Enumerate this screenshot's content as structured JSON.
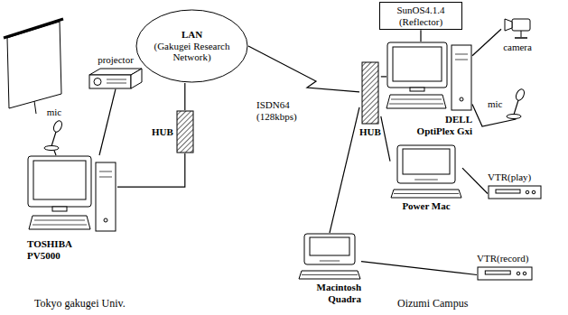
{
  "diagram": {
    "nodes": [
      {
        "text": [
          "LAN",
          "(Gakugei Research Network)"
        ]
      },
      {
        "text": [
          "HUB"
        ]
      },
      {
        "text": [
          "TOSHIBA PV5000"
        ]
      },
      {
        "text": [
          "projector"
        ]
      },
      {
        "text": [
          "HUB"
        ]
      },
      {
        "text": [
          "SunOS4.1.4 (Reflector)"
        ]
      },
      {
        "text": [
          "DELL OptiPlex Gxi"
        ]
      },
      {
        "text": [
          "Power Mac"
        ]
      },
      {
        "text": [
          "Macintosh Quadra"
        ]
      },
      {
        "text": [
          "VTR(play)"
        ]
      },
      {
        "text": [
          "VTR(record)"
        ]
      },
      {
        "text": [
          "camera"
        ]
      },
      {
        "text": [
          "mic"
        ]
      },
      {
        "text": [
          "mic"
        ]
      }
    ],
    "edges": [
      {
        "from": 2,
        "to": 1,
        "arrow": "none"
      },
      {
        "from": 1,
        "to": 0,
        "arrow": "none"
      },
      {
        "from": 0,
        "to": 4,
        "label": "ISDN64 (128kbps)",
        "arrow": "none"
      },
      {
        "from": 4,
        "to": 6,
        "arrow": "none"
      },
      {
        "from": 4,
        "to": 7,
        "arrow": "none"
      },
      {
        "from": 4,
        "to": 8,
        "arrow": "none"
      },
      {
        "from": 7,
        "to": 9,
        "arrow": "none"
      },
      {
        "from": 8,
        "to": 10,
        "arrow": "none"
      },
      {
        "from": 6,
        "to": 11,
        "arrow": "none"
      },
      {
        "from": 6,
        "to": 12,
        "arrow": "none"
      },
      {
        "from": 5,
        "to": 6,
        "arrow": "none"
      },
      {
        "from": 2,
        "to": 3,
        "arrow": "none"
      },
      {
        "from": 2,
        "to": 13,
        "arrow": "none"
      }
    ],
    "labels": [
      "Tokyo gakugei Univ.",
      "Oizumi Campus"
    ]
  }
}
